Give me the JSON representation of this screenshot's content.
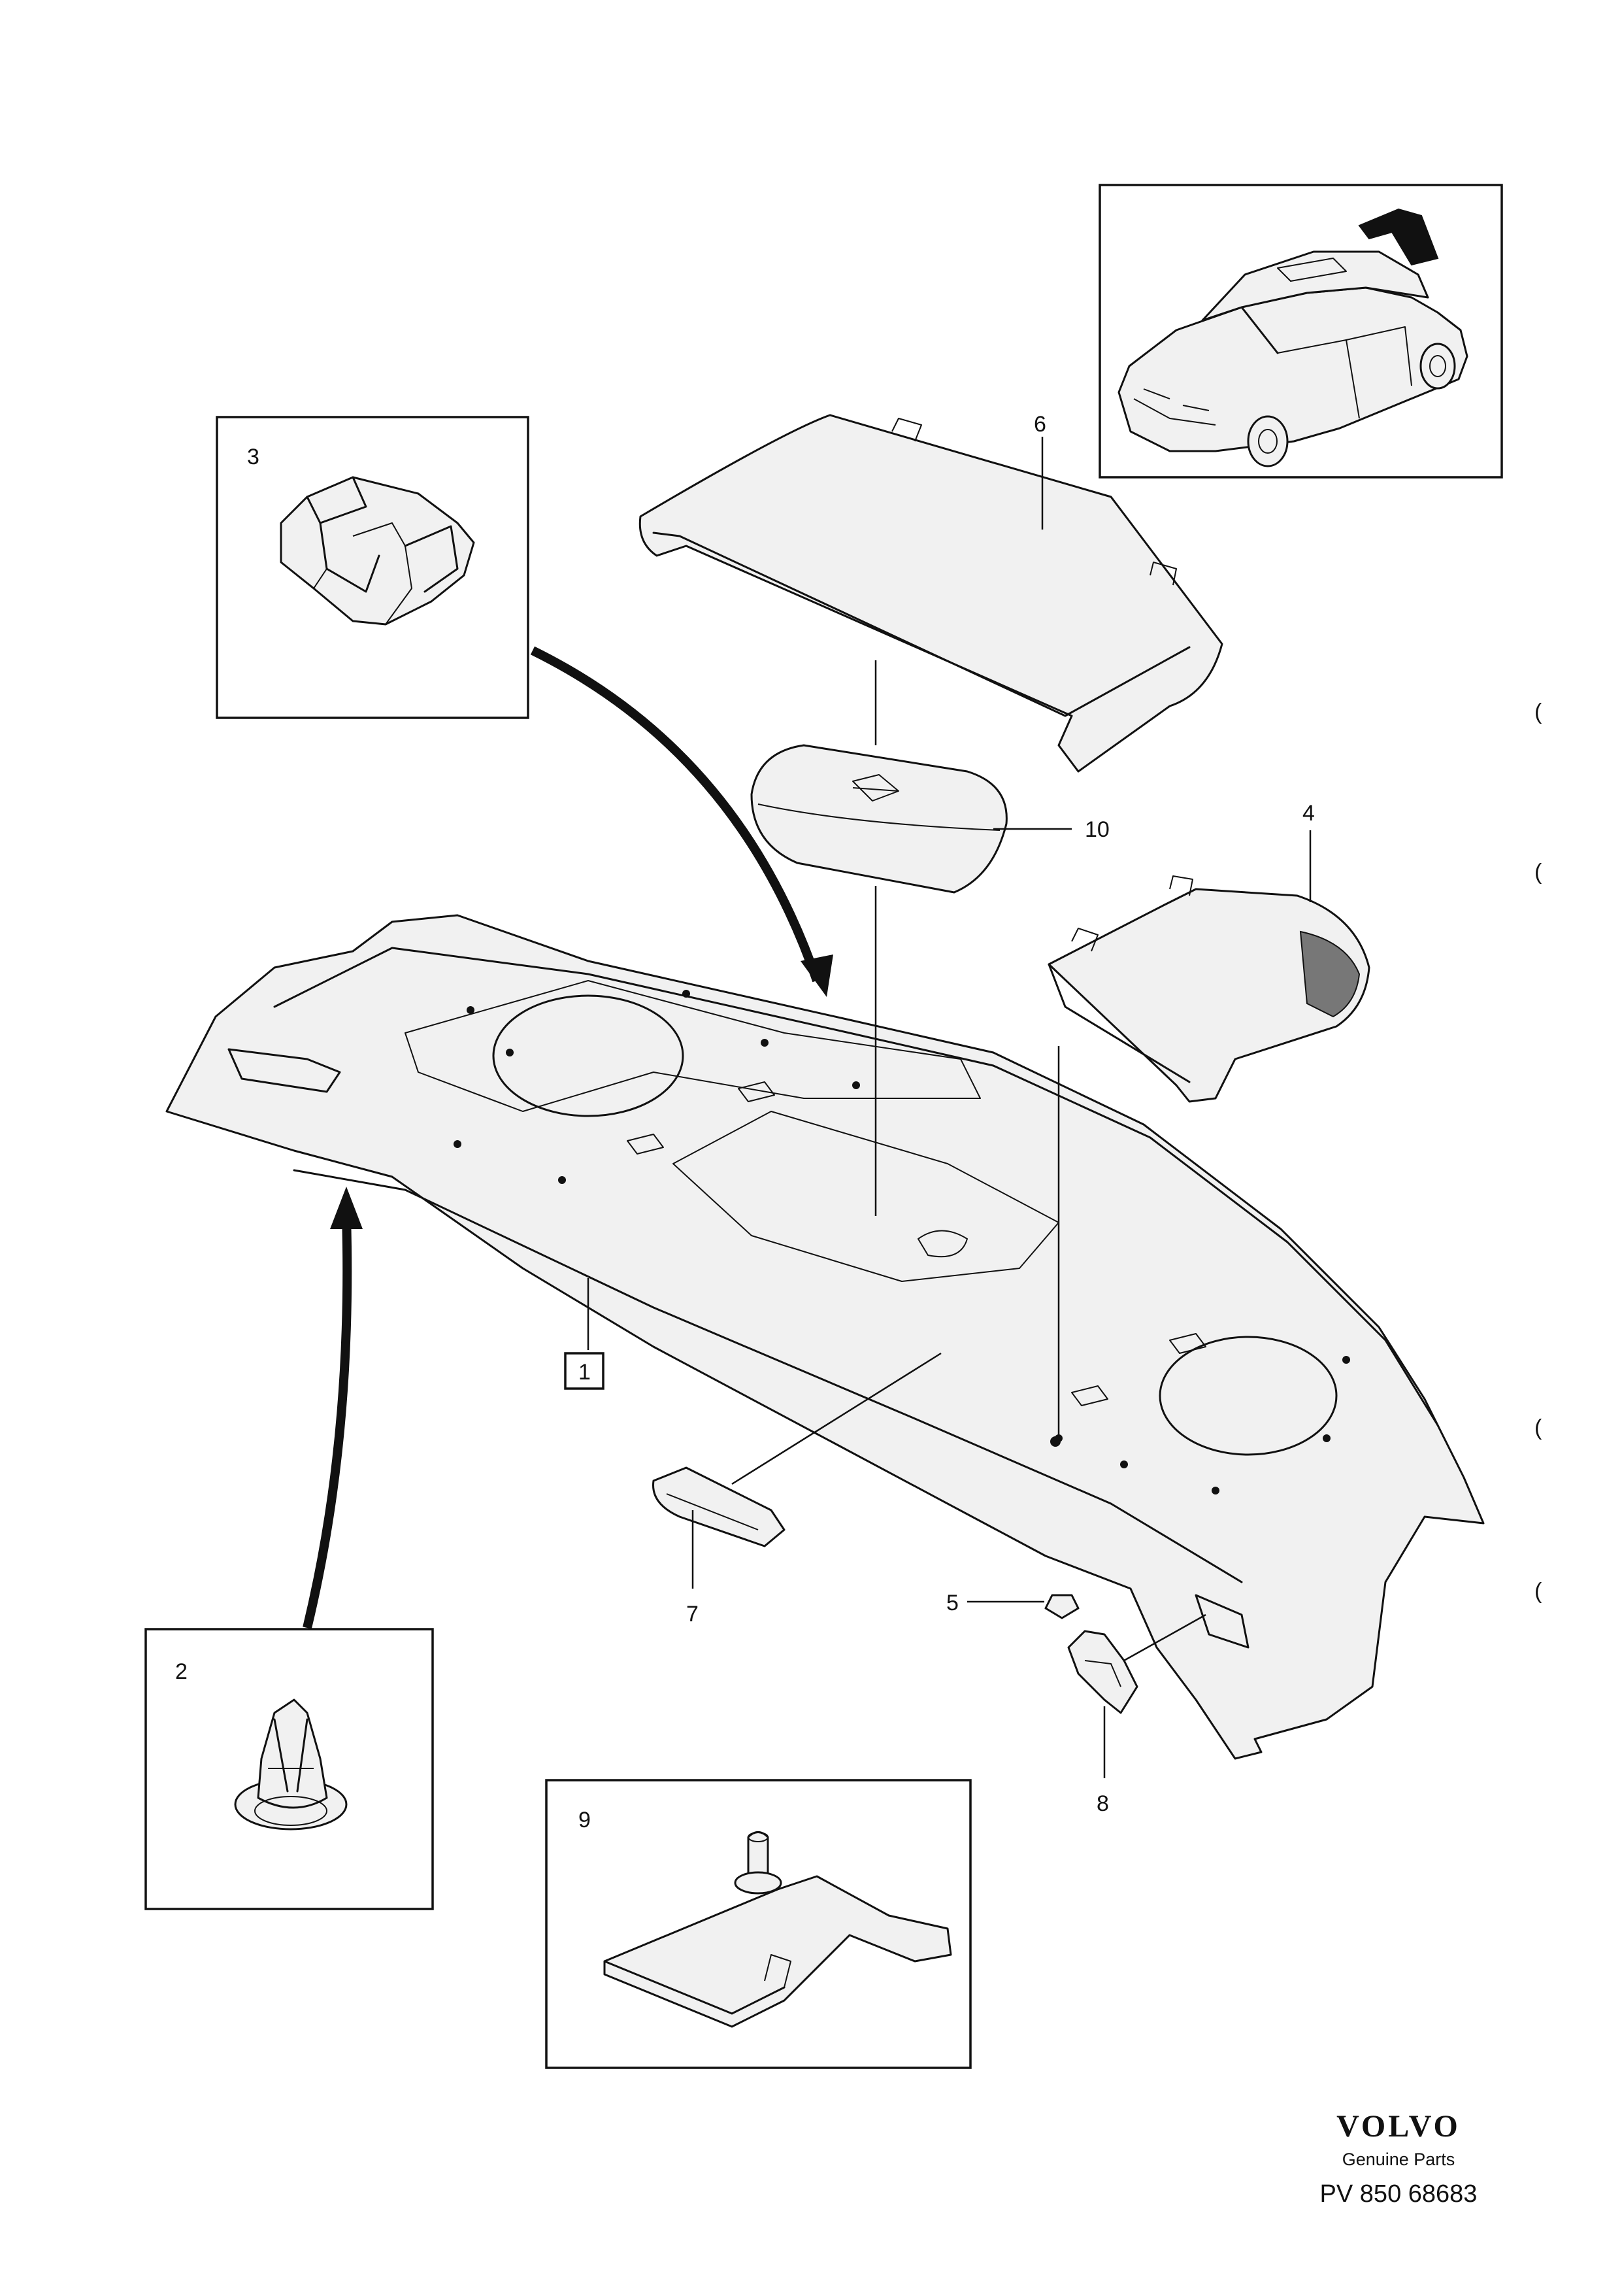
{
  "callouts": {
    "part_1": "1",
    "part_2": "2",
    "part_3": "3",
    "part_4": "4",
    "part_5": "5",
    "part_6": "6",
    "part_7": "7",
    "part_8": "8",
    "part_9": "9",
    "part_10": "10"
  },
  "branding": {
    "brand": "VOLVO",
    "subtitle": "Genuine Parts",
    "code": "PV 850 68683"
  },
  "margin_marks": [
    "(",
    "(",
    "(",
    "("
  ]
}
